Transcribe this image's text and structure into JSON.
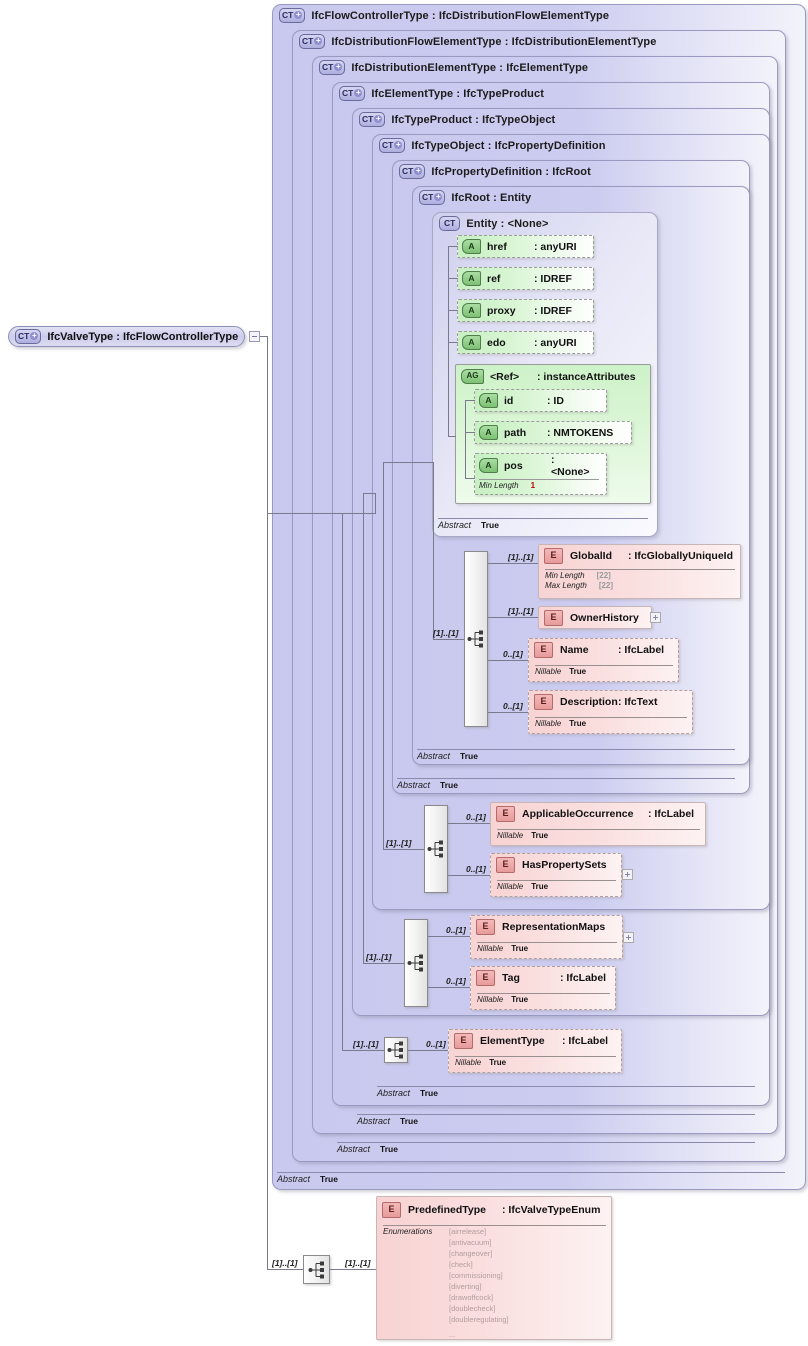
{
  "diagram": {
    "kind": "xsd-schema-diagram",
    "root": {
      "badge": "CT",
      "label": "IfcValveType : IfcFlowControllerType",
      "name": "IfcValveType",
      "type": "IfcFlowControllerType"
    },
    "containers": [
      {
        "badge": "CT",
        "label": "IfcFlowControllerType : IfcDistributionFlowElementType",
        "abstract_label": "Abstract",
        "abstract_value": "True"
      },
      {
        "badge": "CT",
        "label": "IfcDistributionFlowElementType : IfcDistributionElementType",
        "abstract_label": "Abstract",
        "abstract_value": "True"
      },
      {
        "badge": "CT",
        "label": "IfcDistributionElementType : IfcElementType",
        "abstract_label": "Abstract",
        "abstract_value": "True"
      },
      {
        "badge": "CT",
        "label": "IfcElementType : IfcTypeProduct",
        "abstract_label": "Abstract",
        "abstract_value": "True"
      },
      {
        "badge": "CT",
        "label": "IfcTypeProduct : IfcTypeObject",
        "abstract_label": "Abstract",
        "abstract_value": "True"
      },
      {
        "badge": "CT",
        "label": "IfcTypeObject : IfcPropertyDefinition",
        "abstract_label": "Abstract",
        "abstract_value": "True"
      },
      {
        "badge": "CT",
        "label": "IfcPropertyDefinition : IfcRoot",
        "abstract_label": "Abstract",
        "abstract_value": "True"
      },
      {
        "badge": "CT",
        "label": "IfcRoot   : Entity",
        "abstract_label": "Abstract",
        "abstract_value": "True"
      },
      {
        "badge": "CT",
        "label": "Entity    : <None>",
        "abstract_label": "Abstract",
        "abstract_value": "True"
      }
    ],
    "attributes": [
      {
        "badge": "A",
        "name": "href",
        "type": ": anyURI"
      },
      {
        "badge": "A",
        "name": "ref",
        "type": ": IDREF"
      },
      {
        "badge": "A",
        "name": "proxy",
        "type": ": IDREF"
      },
      {
        "badge": "A",
        "name": "edo",
        "type": ": anyURI"
      }
    ],
    "attribute_group": {
      "badge": "AG",
      "name": "<Ref>",
      "type": ": instanceAttributes",
      "members": [
        {
          "badge": "A",
          "name": "id",
          "type": ": ID",
          "facet": null
        },
        {
          "badge": "A",
          "name": "path",
          "type": ": NMTOKENS",
          "facet": null
        },
        {
          "badge": "A",
          "name": "pos",
          "type": ": <None>",
          "facet": {
            "label": "Min Length",
            "value": "1"
          }
        }
      ]
    },
    "element_groups": [
      {
        "owner": "IfcRoot",
        "compositor": "sequence",
        "compositor_cardinality": "[1]..[1]",
        "elements": [
          {
            "badge": "E",
            "name": "GlobalId",
            "type": ": IfcGloballyUniqueId",
            "cardinality": "[1]..[1]",
            "facets": [
              {
                "label": "Min Length",
                "value": "[22]"
              },
              {
                "label": "Max Length",
                "value": "[22]"
              }
            ],
            "expandable": false,
            "style": "solid"
          },
          {
            "badge": "E",
            "name": "OwnerHistory",
            "type": "",
            "cardinality": "[1]..[1]",
            "facets": [],
            "expandable": true,
            "style": "solid"
          },
          {
            "badge": "E",
            "name": "Name",
            "type": ": IfcLabel",
            "cardinality": "0..[1]",
            "facets": [
              {
                "label": "Nillable",
                "value": "True"
              }
            ],
            "expandable": false,
            "style": "dashed"
          },
          {
            "badge": "E",
            "name": "Description",
            "type": ": IfcText",
            "cardinality": "0..[1]",
            "facets": [
              {
                "label": "Nillable",
                "value": "True"
              }
            ],
            "expandable": false,
            "style": "dashed"
          }
        ]
      },
      {
        "owner": "IfcTypeObject",
        "compositor": "sequence",
        "compositor_cardinality": "[1]..[1]",
        "elements": [
          {
            "badge": "E",
            "name": "ApplicableOccurrence",
            "type": ": IfcLabel",
            "cardinality": "0..[1]",
            "facets": [
              {
                "label": "Nillable",
                "value": "True"
              }
            ],
            "expandable": false,
            "style": "solid"
          },
          {
            "badge": "E",
            "name": "HasPropertySets",
            "type": "",
            "cardinality": "0..[1]",
            "facets": [
              {
                "label": "Nillable",
                "value": "True"
              }
            ],
            "expandable": true,
            "style": "dashed"
          }
        ]
      },
      {
        "owner": "IfcTypeProduct",
        "compositor": "sequence",
        "compositor_cardinality": "[1]..[1]",
        "elements": [
          {
            "badge": "E",
            "name": "RepresentationMaps",
            "type": "",
            "cardinality": "0..[1]",
            "facets": [
              {
                "label": "Nillable",
                "value": "True"
              }
            ],
            "expandable": true,
            "style": "dashed"
          },
          {
            "badge": "E",
            "name": "Tag",
            "type": ": IfcLabel",
            "cardinality": "0..[1]",
            "facets": [
              {
                "label": "Nillable",
                "value": "True"
              }
            ],
            "expandable": false,
            "style": "dashed"
          }
        ]
      },
      {
        "owner": "IfcElementType",
        "compositor": "sequence",
        "compositor_cardinality": "[1]..[1]",
        "elements": [
          {
            "badge": "E",
            "name": "ElementType",
            "type": ": IfcLabel",
            "cardinality": "0..[1]",
            "facets": [
              {
                "label": "Nillable",
                "value": "True"
              }
            ],
            "expandable": false,
            "style": "dashed"
          }
        ]
      },
      {
        "owner": "IfcValveType",
        "compositor": "sequence",
        "compositor_cardinality": "[1]..[1]",
        "compositor_cardinality_right": "[1]..[1]",
        "elements": [
          {
            "badge": "E",
            "name": "PredefinedType",
            "type": ": IfcValveTypeEnum",
            "cardinality": "[1]..[1]",
            "facets": [],
            "expandable": false,
            "style": "solid",
            "enumerations_label": "Enumerations",
            "enumerations": [
              "[airrelease]",
              "[antivacuum]",
              "[changeover]",
              "[check]",
              "[commissioning]",
              "[diverting]",
              "[drawoffcock]",
              "[doublecheck]",
              "[doubleregulating]",
              "..."
            ]
          }
        ]
      }
    ],
    "colors": {
      "container_fill": "#ccccf0",
      "attribute_fill": "#c7f0c2",
      "element_fill": "#f8d3d3",
      "connector": "#7a7a8e",
      "facet_value_red": "#c00000"
    }
  }
}
